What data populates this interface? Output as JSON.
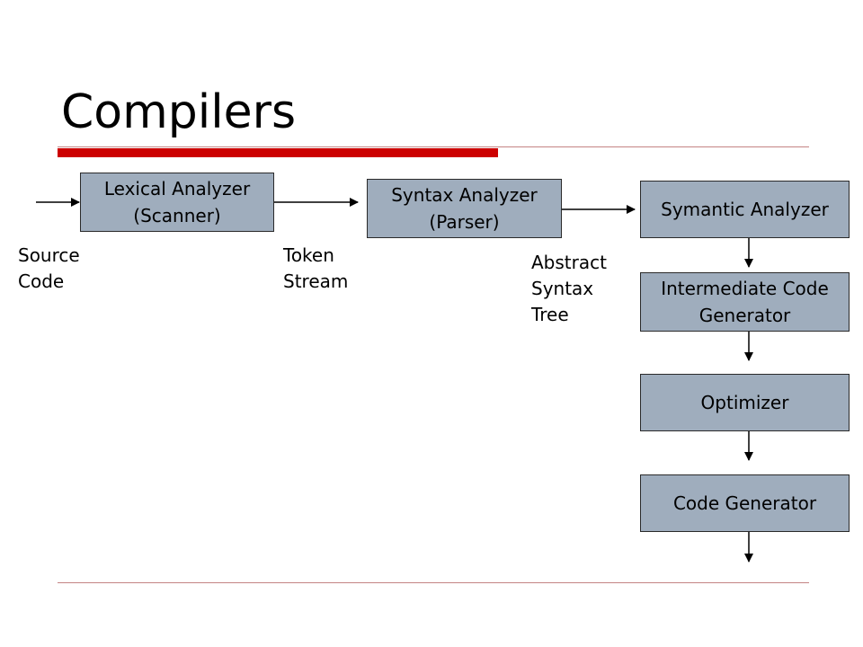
{
  "slide": {
    "title": "Compilers"
  },
  "boxes": {
    "lexical": "Lexical Analyzer\n(Scanner)",
    "syntax": "Syntax Analyzer\n(Parser)",
    "semantic": "Symantic Analyzer",
    "intermediate": "Intermediate Code\nGenerator",
    "optimizer": "Optimizer",
    "codegen": "Code Generator"
  },
  "labels": {
    "source_code": "Source\nCode",
    "token_stream": "Token\nStream",
    "ast": "Abstract\nSyntax\nTree"
  },
  "colors": {
    "box_fill": "#9fadbd",
    "accent_red": "#cc0000",
    "rule_line": "#c48484"
  }
}
